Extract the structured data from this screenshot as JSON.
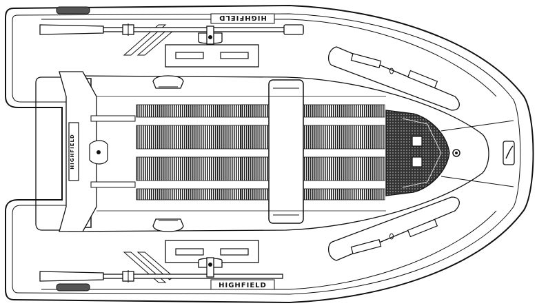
{
  "brand": {
    "top_label": "HIGHFIELD",
    "bottom_label": "HIGHFIELD",
    "transom_label": "HIGHFIELD"
  },
  "colors": {
    "stroke": "#111111",
    "fill": "#ffffff",
    "mat": "#222222",
    "panel": "#f2f2f2"
  }
}
